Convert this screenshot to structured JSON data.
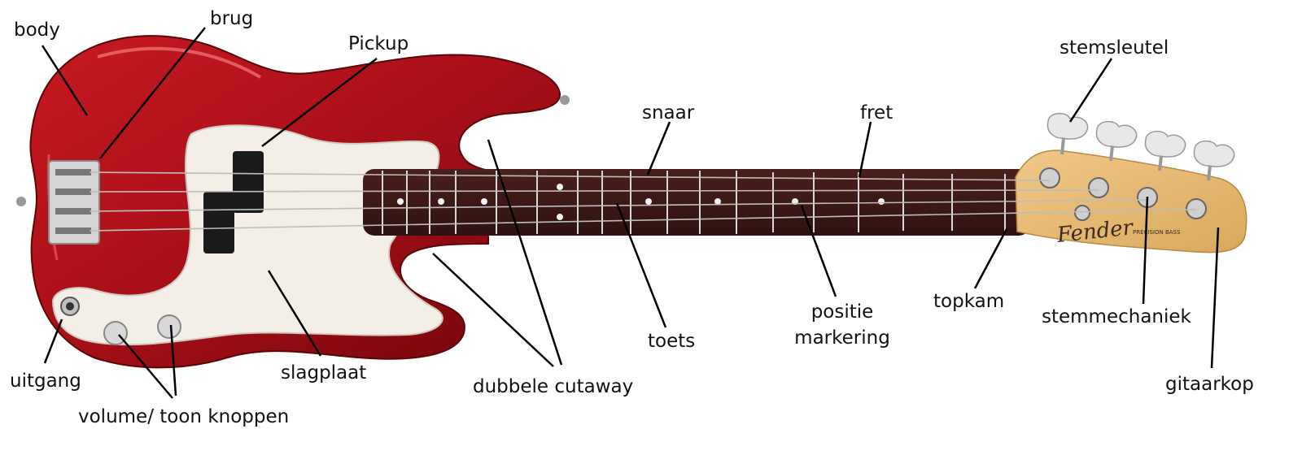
{
  "labels": {
    "body": "body",
    "brug": "brug",
    "pickup": "Pickup",
    "stemsleutel": "stemsleutel",
    "snaar": "snaar",
    "fret": "fret",
    "topkam": "topkam",
    "positie": "positie",
    "markering": "markering",
    "stemmechaniek": "stemmechaniek",
    "toets": "toets",
    "slagplaat": "slagplaat",
    "uitgang": "uitgang",
    "dubbele_cutaway": "dubbele cutaway",
    "gitaarkop": "gitaarkop",
    "knoppen": "volume/ toon knoppen"
  },
  "logo": {
    "brand": "Fender",
    "model": "PRECISION BASS"
  },
  "colors": {
    "body_red": "#b0121a",
    "body_dark": "#6e0609",
    "pickguard": "#f3efe6",
    "fretboard": "#3a1816",
    "headstock": "#e2b66e",
    "chrome": "#c8c8c8"
  }
}
